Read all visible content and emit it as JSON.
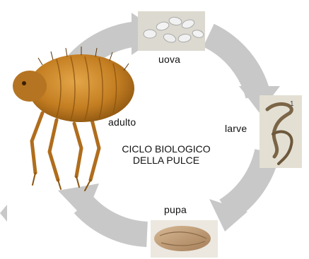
{
  "diagram": {
    "title_line1": "CICLO BIOLOGICO",
    "title_line2": "DELLA PULCE",
    "stages": {
      "eggs": "uova",
      "larvae": "larve",
      "pupa": "pupa",
      "adult": "adulto"
    }
  },
  "colors": {
    "ring": "#c8c8c8",
    "ring_edge": "#b4b4b4",
    "flea_body": "#c98a2a",
    "flea_dark": "#8a5410",
    "egg": "#f1f1f1",
    "larva": "#7b6547",
    "pupa_case": "#c4a07a",
    "photo_bg": "#dcd9d0",
    "text": "#111111"
  }
}
